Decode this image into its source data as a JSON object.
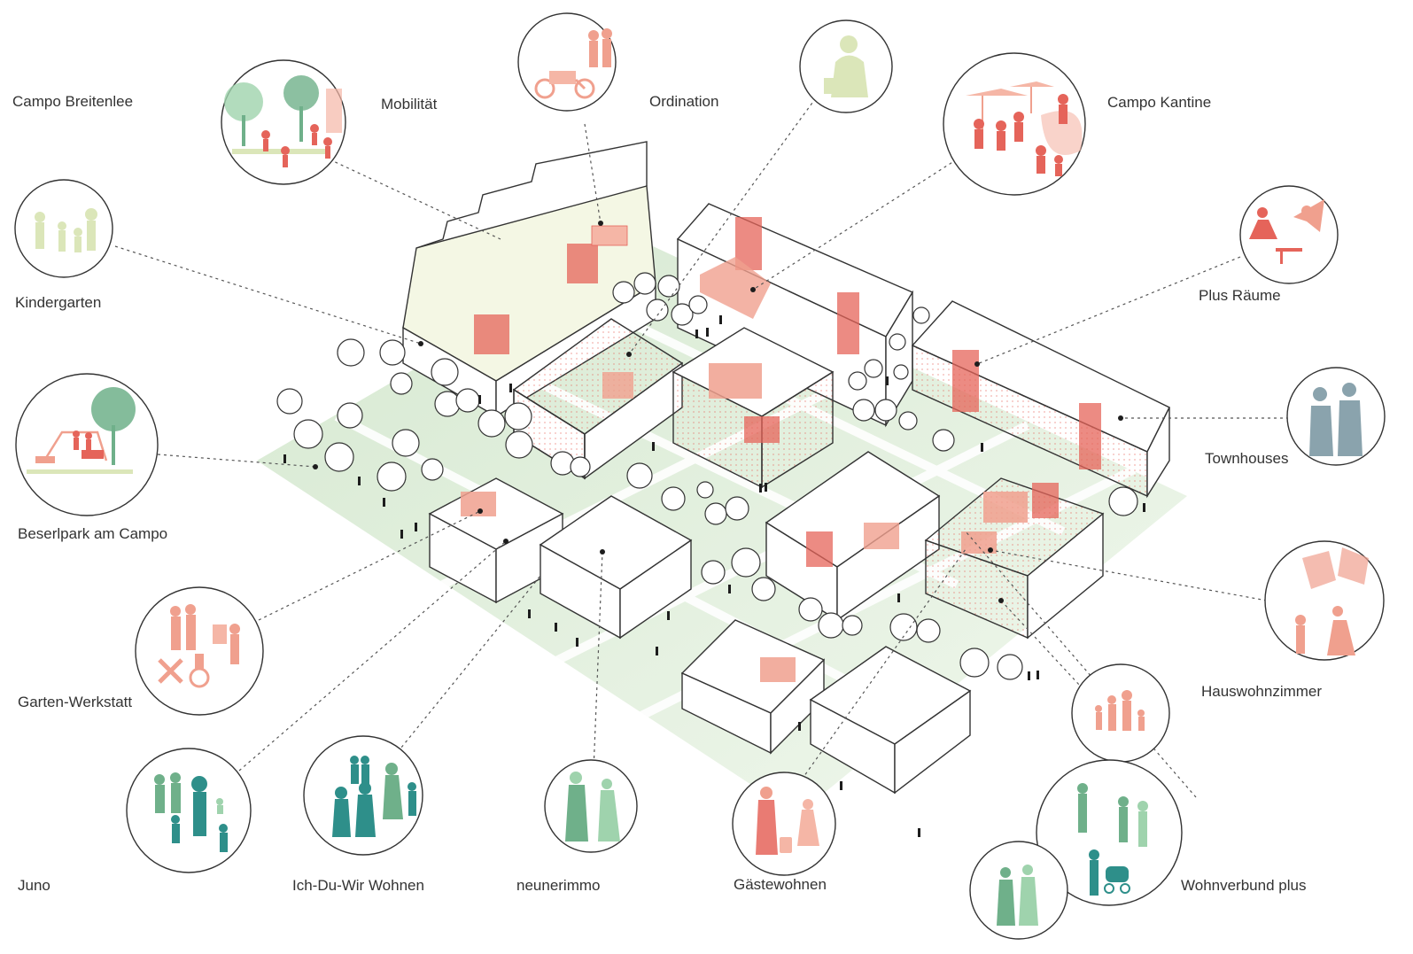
{
  "labels": {
    "campo_breitenlee": "Campo Breitenlee",
    "mobilitaet": "Mobilität",
    "ordination": "Ordination",
    "campo_kantine": "Campo Kantine",
    "kindergarten": "Kindergarten",
    "plus_raeume": "Plus Räume",
    "townhouses": "Townhouses",
    "beserlpark": "Beserlpark am Campo",
    "hauswohnzimmer": "Hauswohnzimmer",
    "garten_werkstatt": "Garten-Werkstatt",
    "juno": "Juno",
    "ich_du_wir": "Ich-Du-Wir Wohnen",
    "neunerimmo": "neunerimmo",
    "gaestewohnen": "Gästewohnen",
    "wohnverbund_plus": "Wohnverbund plus"
  },
  "colors": {
    "coral": "#e5645a",
    "salmon": "#f0a08e",
    "light_coral": "#f5b6a6",
    "teal": "#2e8f8a",
    "mint": "#9fd3ad",
    "sage": "#6fb08a",
    "slate": "#8aa3ad",
    "pale_yellow": "#dbe6b9",
    "ground_green": "#d5e8d0",
    "line": "#333333"
  },
  "icons": {
    "mobilitaet": "park-people-icon",
    "ordination": "bike-people-icon",
    "ordination_2": "doctor-person-icon",
    "campo_kantine": "cafe-umbrellas-icon",
    "kindergarten": "children-playing-icon",
    "plus_raeume": "yoga-people-icon",
    "townhouses": "couple-icon",
    "beserlpark": "playground-icon",
    "hauswohnzimmer": "sofa-people-icon",
    "garten_werkstatt": "workshop-people-icon",
    "juno": "family-icon",
    "ich_du_wir": "group-people-icon",
    "neunerimmo": "walking-people-icon",
    "gaestewohnen": "traveler-luggage-icon",
    "wohnverbund_plus": "family-stroller-icon",
    "family_small": "family-small-icon",
    "women": "women-pair-icon"
  }
}
